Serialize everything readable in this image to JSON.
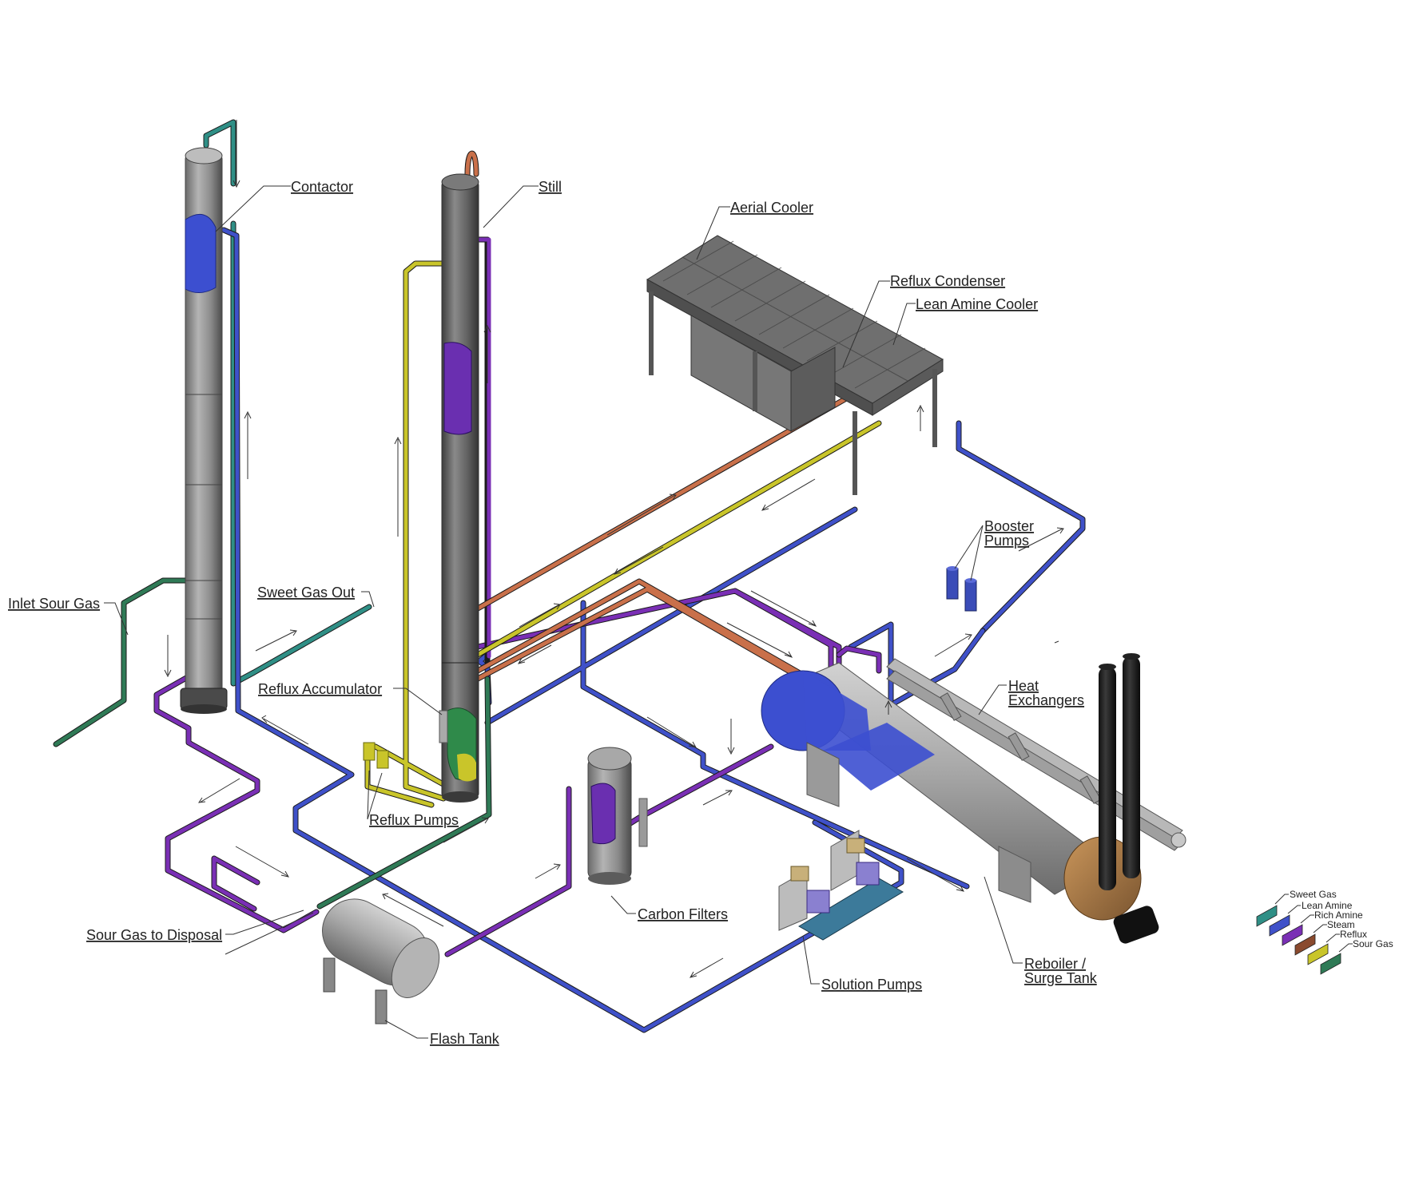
{
  "labels": {
    "contactor": "Contactor",
    "still": "Still",
    "aerial_cooler": "Aerial Cooler",
    "reflux_condenser": "Reflux Condenser",
    "lean_amine_cooler": "Lean Amine Cooler",
    "booster_pumps_1": "Booster",
    "booster_pumps_2": "Pumps",
    "inlet_sour_gas": "Inlet Sour Gas",
    "sweet_gas_out": "Sweet Gas Out",
    "reflux_accumulator": "Reflux Accumulator",
    "heat_exchangers_1": "Heat",
    "heat_exchangers_2": "Exchangers",
    "reflux_pumps": "Reflux Pumps",
    "carbon_filters": "Carbon Filters",
    "sour_gas_to_disposal": "Sour Gas to Disposal",
    "solution_pumps": "Solution Pumps",
    "reboiler_1": "Reboiler /",
    "reboiler_2": "Surge Tank",
    "flash_tank": "Flash Tank"
  },
  "legend": [
    {
      "label": "Sweet Gas",
      "color": "#2f8f86"
    },
    {
      "label": "Lean Amine",
      "color": "#3f51c9"
    },
    {
      "label": "Rich Amine",
      "color": "#7a2fb5"
    },
    {
      "label": "Steam",
      "color": "#8a4a2e"
    },
    {
      "label": "Reflux",
      "color": "#c9c52a"
    },
    {
      "label": "Sour Gas",
      "color": "#2f7a56"
    }
  ],
  "colors": {
    "sweet_gas": "#2f8f86",
    "lean_amine": "#3f51c9",
    "rich_amine": "#7a2fb5",
    "steam": "#c9704a",
    "reflux": "#c9c52a",
    "sour_gas": "#2f7a56",
    "vessel": "#8e8e8e",
    "vessel_dark": "#5e5e5e"
  }
}
